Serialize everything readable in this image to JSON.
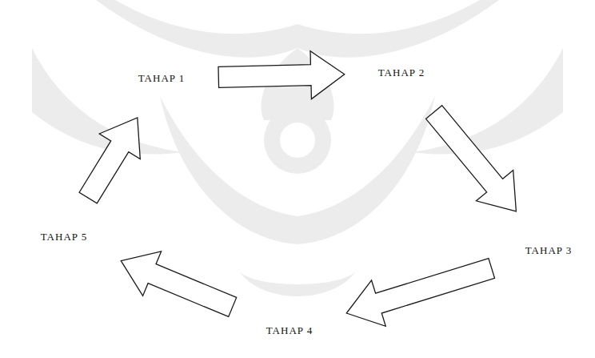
{
  "diagram": {
    "nodes": [
      {
        "text": [
          "TAHAP 1"
        ]
      },
      {
        "text": [
          "TAHAP 2"
        ]
      },
      {
        "text": [
          "TAHAP 3"
        ]
      },
      {
        "text": [
          "TAHAP 4"
        ]
      },
      {
        "text": [
          "TAHAP 5"
        ]
      }
    ],
    "edges": [
      {
        "from": 0,
        "to": 1,
        "arrow": "to"
      },
      {
        "from": 1,
        "to": 2,
        "arrow": "to"
      },
      {
        "from": 2,
        "to": 3,
        "arrow": "to"
      },
      {
        "from": 3,
        "to": 4,
        "arrow": "to"
      },
      {
        "from": 4,
        "to": 0,
        "arrow": "to"
      }
    ]
  }
}
